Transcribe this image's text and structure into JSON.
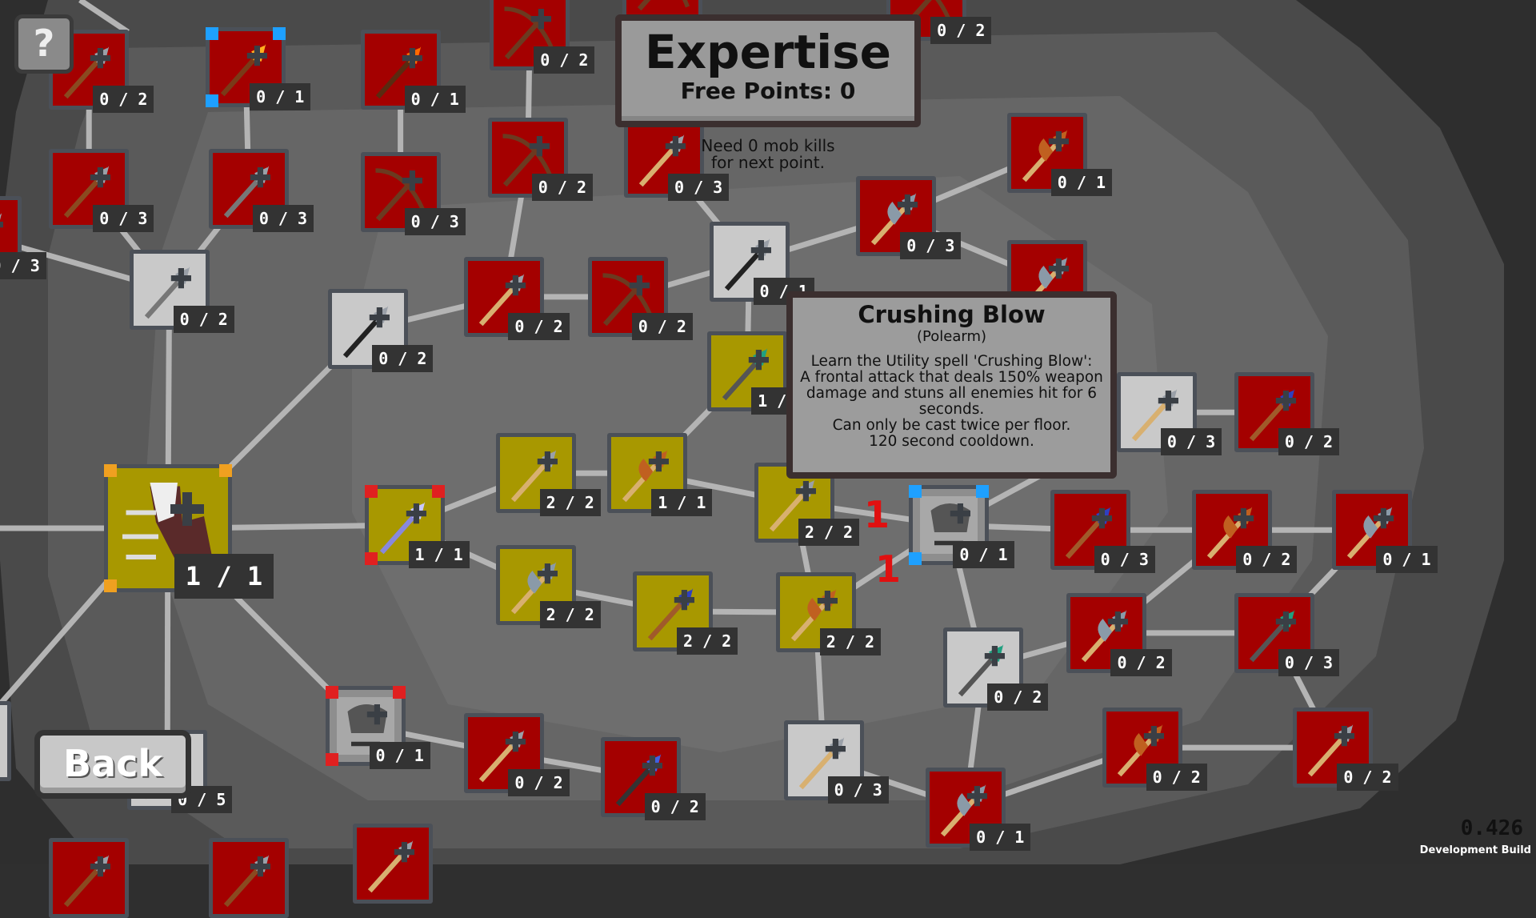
{
  "header": {
    "title": "Expertise",
    "free_points": "Free Points: 0",
    "kills_note": "Need 0 mob kills\nfor next point."
  },
  "help_button": {
    "label": "?"
  },
  "back_button": {
    "label": "Back"
  },
  "tooltip": {
    "name": "Crushing Blow",
    "category": "(Polearm)",
    "description": "Learn the Utility spell 'Crushing Blow':\nA frontal attack that deals 150% weapon damage and stuns all enemies hit for 6 seconds.\nCan only be cast twice per floor.\n120 second cooldown."
  },
  "alerts": [
    "1",
    "1"
  ],
  "version": "0.426",
  "build": "Development Build",
  "colors": {
    "locked": "#a40000",
    "learned": "#a89800",
    "available": "#c9c9c9",
    "edge": "#b4b4b4",
    "selected_corner": "#1ea0ff",
    "root_corner": "#f0a020",
    "focus_corner": "#e02020"
  },
  "nodes": [
    {
      "state": "red",
      "icon": "staff-icon",
      "count": "0 / 2"
    },
    {
      "state": "red",
      "icon": "fire-staff-icon",
      "count": "0 / 1",
      "corners": "blue"
    },
    {
      "state": "red",
      "icon": "torch-staff-icon",
      "count": "0 / 1"
    },
    {
      "state": "red",
      "icon": "bow-icon",
      "count": "0 / 2"
    },
    {
      "state": "red",
      "icon": "bow-icon",
      "count": ""
    },
    {
      "state": "red",
      "icon": "bow-icon",
      "count": "0 / 2"
    },
    {
      "state": "red",
      "icon": "staff-icon",
      "count": "0 / 3"
    },
    {
      "state": "red",
      "icon": "mace-staff-icon",
      "count": "0 / 3"
    },
    {
      "state": "red",
      "icon": "bow-icon",
      "count": "0 / 3"
    },
    {
      "state": "red",
      "icon": "bow-icon",
      "count": "0 / 2"
    },
    {
      "state": "red",
      "icon": "spear-icon",
      "count": "0 / 3"
    },
    {
      "state": "red",
      "icon": "halberd-icon",
      "count": "0 / 1"
    },
    {
      "state": "red",
      "icon": "staff-icon",
      "count": "0 / 3"
    },
    {
      "state": "gray",
      "icon": "wand-icon",
      "count": "0 / 2"
    },
    {
      "state": "gray",
      "icon": "dagger-icon",
      "count": "0 / 2"
    },
    {
      "state": "red",
      "icon": "spear-icon",
      "count": "0 / 2"
    },
    {
      "state": "red",
      "icon": "bow-icon",
      "count": "0 / 2"
    },
    {
      "state": "gray",
      "icon": "dagger-icon",
      "count": "0 / 1"
    },
    {
      "state": "red",
      "icon": "axe-spear-icon",
      "count": "0 / 3"
    },
    {
      "state": "red",
      "icon": "axe-spear-icon",
      "count": ""
    },
    {
      "state": "yellow",
      "icon": "glaive-icon",
      "count": "1 /"
    },
    {
      "state": "gray",
      "icon": "spear-icon",
      "count": "0 / 3"
    },
    {
      "state": "red",
      "icon": "blue-spear-icon",
      "count": "0 / 2"
    },
    {
      "state": "yellow",
      "icon": "winged-boot-icon",
      "count": "1 / 1",
      "corners": "orange",
      "big": true
    },
    {
      "state": "yellow",
      "icon": "lance-icon",
      "count": "1 / 1",
      "corners": "red"
    },
    {
      "state": "yellow",
      "icon": "spear-icon",
      "count": "2 / 2"
    },
    {
      "state": "yellow",
      "icon": "halberd-icon",
      "count": "1 / 1"
    },
    {
      "state": "yellow",
      "icon": "spear-icon",
      "count": "2 / 2"
    },
    {
      "state": "photo",
      "icon": "crushing-blow-icon",
      "count": "0 / 1",
      "corners": "blue"
    },
    {
      "state": "red",
      "icon": "blue-spear-icon",
      "count": "0 / 3"
    },
    {
      "state": "red",
      "icon": "halberd-icon",
      "count": "0 / 2"
    },
    {
      "state": "red",
      "icon": "axe-spear-icon",
      "count": "0 / 1"
    },
    {
      "state": "yellow",
      "icon": "axe-spear-icon",
      "count": "2 / 2"
    },
    {
      "state": "yellow",
      "icon": "blue-spear-icon",
      "count": "2 / 2"
    },
    {
      "state": "yellow",
      "icon": "halberd-icon",
      "count": "2 / 2"
    },
    {
      "state": "red",
      "icon": "axe-spear-icon",
      "count": "0 / 2"
    },
    {
      "state": "red",
      "icon": "glaive-icon",
      "count": "0 / 3"
    },
    {
      "state": "gray",
      "icon": "glaive-icon",
      "count": "0 / 2"
    },
    {
      "state": "photo",
      "icon": "hooded-figure-icon",
      "count": "0 / 1",
      "corners": "red"
    },
    {
      "state": "red",
      "icon": "spear-icon",
      "count": "0 / 2"
    },
    {
      "state": "red",
      "icon": "scythe-icon",
      "count": "0 / 2"
    },
    {
      "state": "gray",
      "icon": "spear-icon",
      "count": "0 / 3"
    },
    {
      "state": "red",
      "icon": "axe-spear-icon",
      "count": "0 / 1"
    },
    {
      "state": "red",
      "icon": "halberd-icon",
      "count": "0 / 2"
    },
    {
      "state": "red",
      "icon": "spear-icon",
      "count": "0 / 2"
    },
    {
      "state": "gray",
      "icon": "staff-icon",
      "count": "0 / 5"
    },
    {
      "state": "gray",
      "icon": "staff-icon",
      "count": "5"
    },
    {
      "state": "red",
      "icon": "staff-icon",
      "count": ""
    },
    {
      "state": "red",
      "icon": "staff-icon",
      "count": ""
    },
    {
      "state": "red",
      "icon": "spear-icon",
      "count": ""
    }
  ]
}
